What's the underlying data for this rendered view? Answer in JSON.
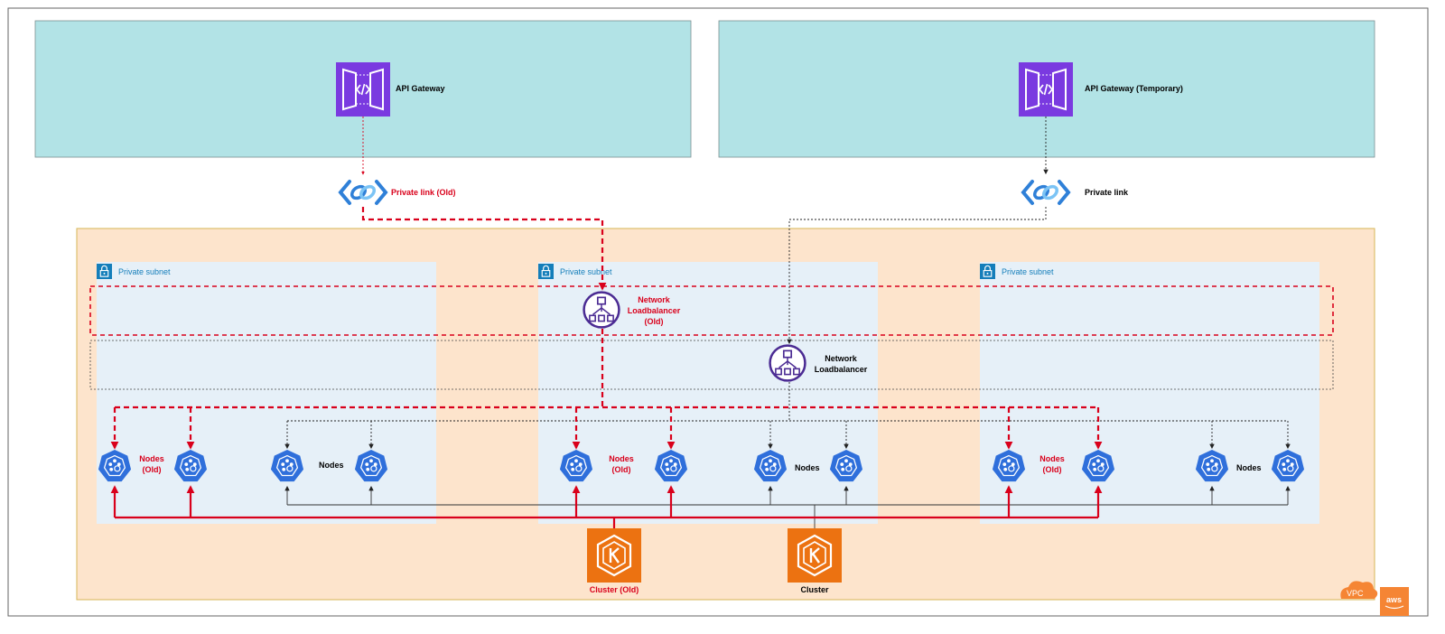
{
  "gateways": {
    "old_label": "API Gateway",
    "temp_label": "API Gateway (Temporary)"
  },
  "private_links": {
    "old_label": "Private link (Old)",
    "new_label": "Private link"
  },
  "subnets": {
    "labels": [
      "Private subnet",
      "Private subnet",
      "Private subnet"
    ]
  },
  "load_balancers": {
    "old_label_lines": [
      "Network",
      "Loadbalancer",
      "(Old)"
    ],
    "new_label_lines": [
      "Network",
      "Loadbalancer"
    ]
  },
  "node_groups": {
    "old_label_lines": [
      "Nodes",
      "(Old)"
    ],
    "new_label": "Nodes"
  },
  "clusters": {
    "old_label": "Cluster (Old)",
    "new_label": "Cluster"
  },
  "vpc": {
    "label": "VPC",
    "aws_label": "aws"
  },
  "colors": {
    "gateway_region": "#b2e3e6",
    "vpc_region": "#fde4cc",
    "subnet": "#e6f0f8",
    "old_path": "#d9001b",
    "api_gateway": "#7a3ae0",
    "cluster": "#ec7211",
    "k8s_node": "#2f6fdb",
    "load_balancer": "#4b2b93",
    "private_link": "#2f80d8"
  },
  "icons": [
    "api-gateway-icon",
    "private-link-icon",
    "lock-icon",
    "load-balancer-icon",
    "kubernetes-node-icon",
    "eks-cluster-icon",
    "cloud-icon",
    "aws-logo-icon"
  ]
}
